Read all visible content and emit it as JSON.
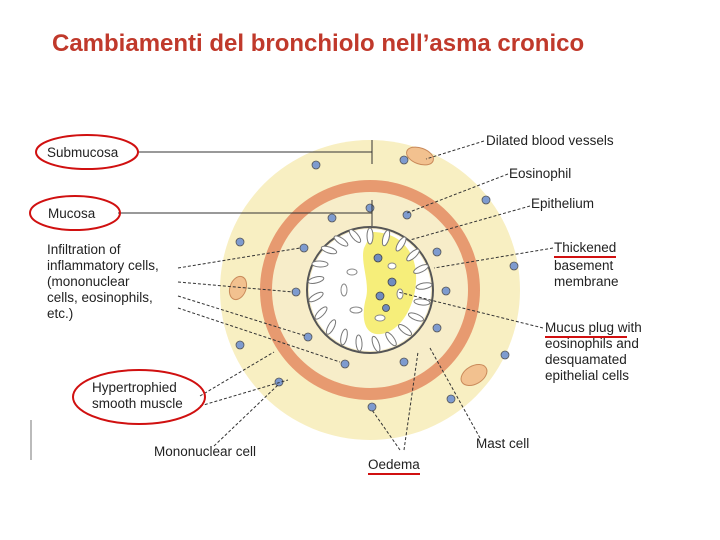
{
  "title": "Cambiamenti del bronchiolo nell’asma cronico",
  "labels": {
    "submucosa": "Submucosa",
    "mucosa": "Mucosa",
    "infiltration_1": "Infiltration of",
    "infiltration_2": "inflammatory cells,",
    "infiltration_3": "(mononuclear",
    "infiltration_4": "cells, eosinophils,",
    "infiltration_5": "etc.)",
    "hypertrophied_1": "Hypertrophied",
    "hypertrophied_2": "smooth muscle",
    "mononuclear_cell": "Mononuclear cell",
    "oedema": "Oedema",
    "mast_cell": "Mast cell",
    "dilated_blood_vessels": "Dilated blood vessels",
    "eosinophil": "Eosinophil",
    "epithelium": "Epithelium",
    "thickened_1": "Thickened",
    "thickened_2": "basement",
    "thickened_3": "membrane",
    "mucus_1": "Mucus plug with",
    "mucus_2": "eosinophils and",
    "mucus_3": "desquamated",
    "mucus_4": "epithelial cells"
  },
  "colors": {
    "title": "#c0392b",
    "highlight": "#d01010",
    "submucosa_fill": "#f8efc2",
    "muscle_fill": "#e79a70",
    "mucosa_fill": "#f7edc9",
    "lumen_fill": "#ffffff",
    "mucus_fill": "#f6ee7a"
  }
}
